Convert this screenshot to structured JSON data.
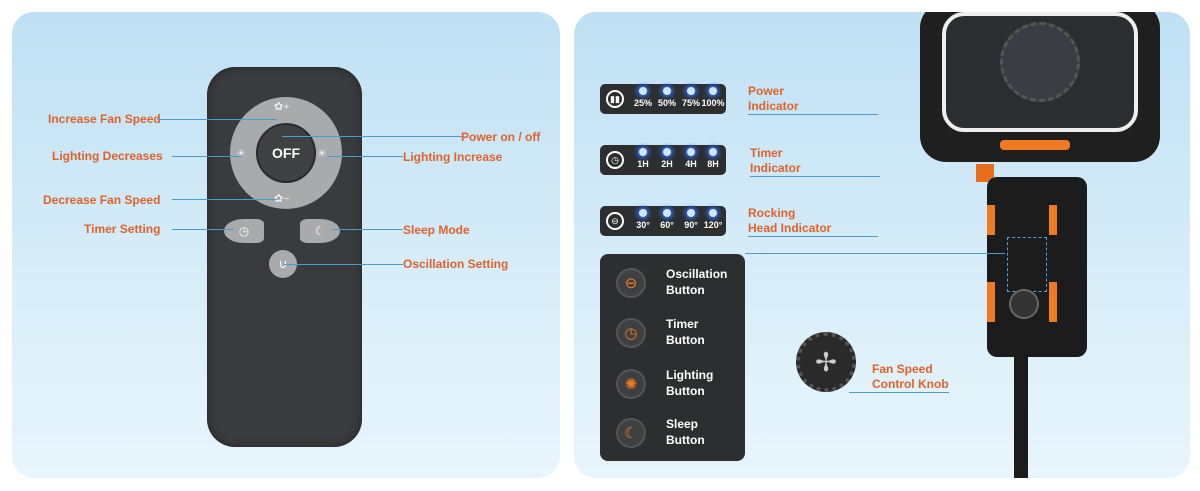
{
  "remote": {
    "off_label": "OFF",
    "labels": {
      "increase_fan_speed": "Increase Fan Speed",
      "lighting_decreases": "Lighting Decreases",
      "decrease_fan_speed": "Decrease Fan Speed",
      "timer_setting": "Timer Setting",
      "power": "Power on / off",
      "lighting_increase": "Lighting Increase",
      "sleep_mode": "Sleep Mode",
      "oscillation_setting": "Oscillation Setting"
    }
  },
  "indicators": [
    {
      "title1": "Power",
      "title2": "Indicator",
      "icon": "battery-icon",
      "values": [
        "25%",
        "50%",
        "75%",
        "100%"
      ]
    },
    {
      "title1": "Timer",
      "title2": "Indicator",
      "icon": "clock-icon",
      "values": [
        "1H",
        "2H",
        "4H",
        "8H"
      ]
    },
    {
      "title1": "Rocking",
      "title2": "Head Indicator",
      "icon": "oscillation-icon",
      "values": [
        "30°",
        "60°",
        "90°",
        "120°"
      ]
    }
  ],
  "buttons": [
    {
      "line1": "Oscillation",
      "line2": "Button",
      "icon": "oscillation-icon"
    },
    {
      "line1": "Timer",
      "line2": "Button",
      "icon": "timer-icon"
    },
    {
      "line1": "Lighting",
      "line2": "Button",
      "icon": "light-icon"
    },
    {
      "line1": "Sleep",
      "line2": "Button",
      "icon": "moon-icon"
    }
  ],
  "knob": {
    "line1": "Fan Speed",
    "line2": "Control Knob"
  },
  "colors": {
    "accent": "#e0622a",
    "panel_bg": "#cfe8f6",
    "led": "#2f6ee8"
  }
}
